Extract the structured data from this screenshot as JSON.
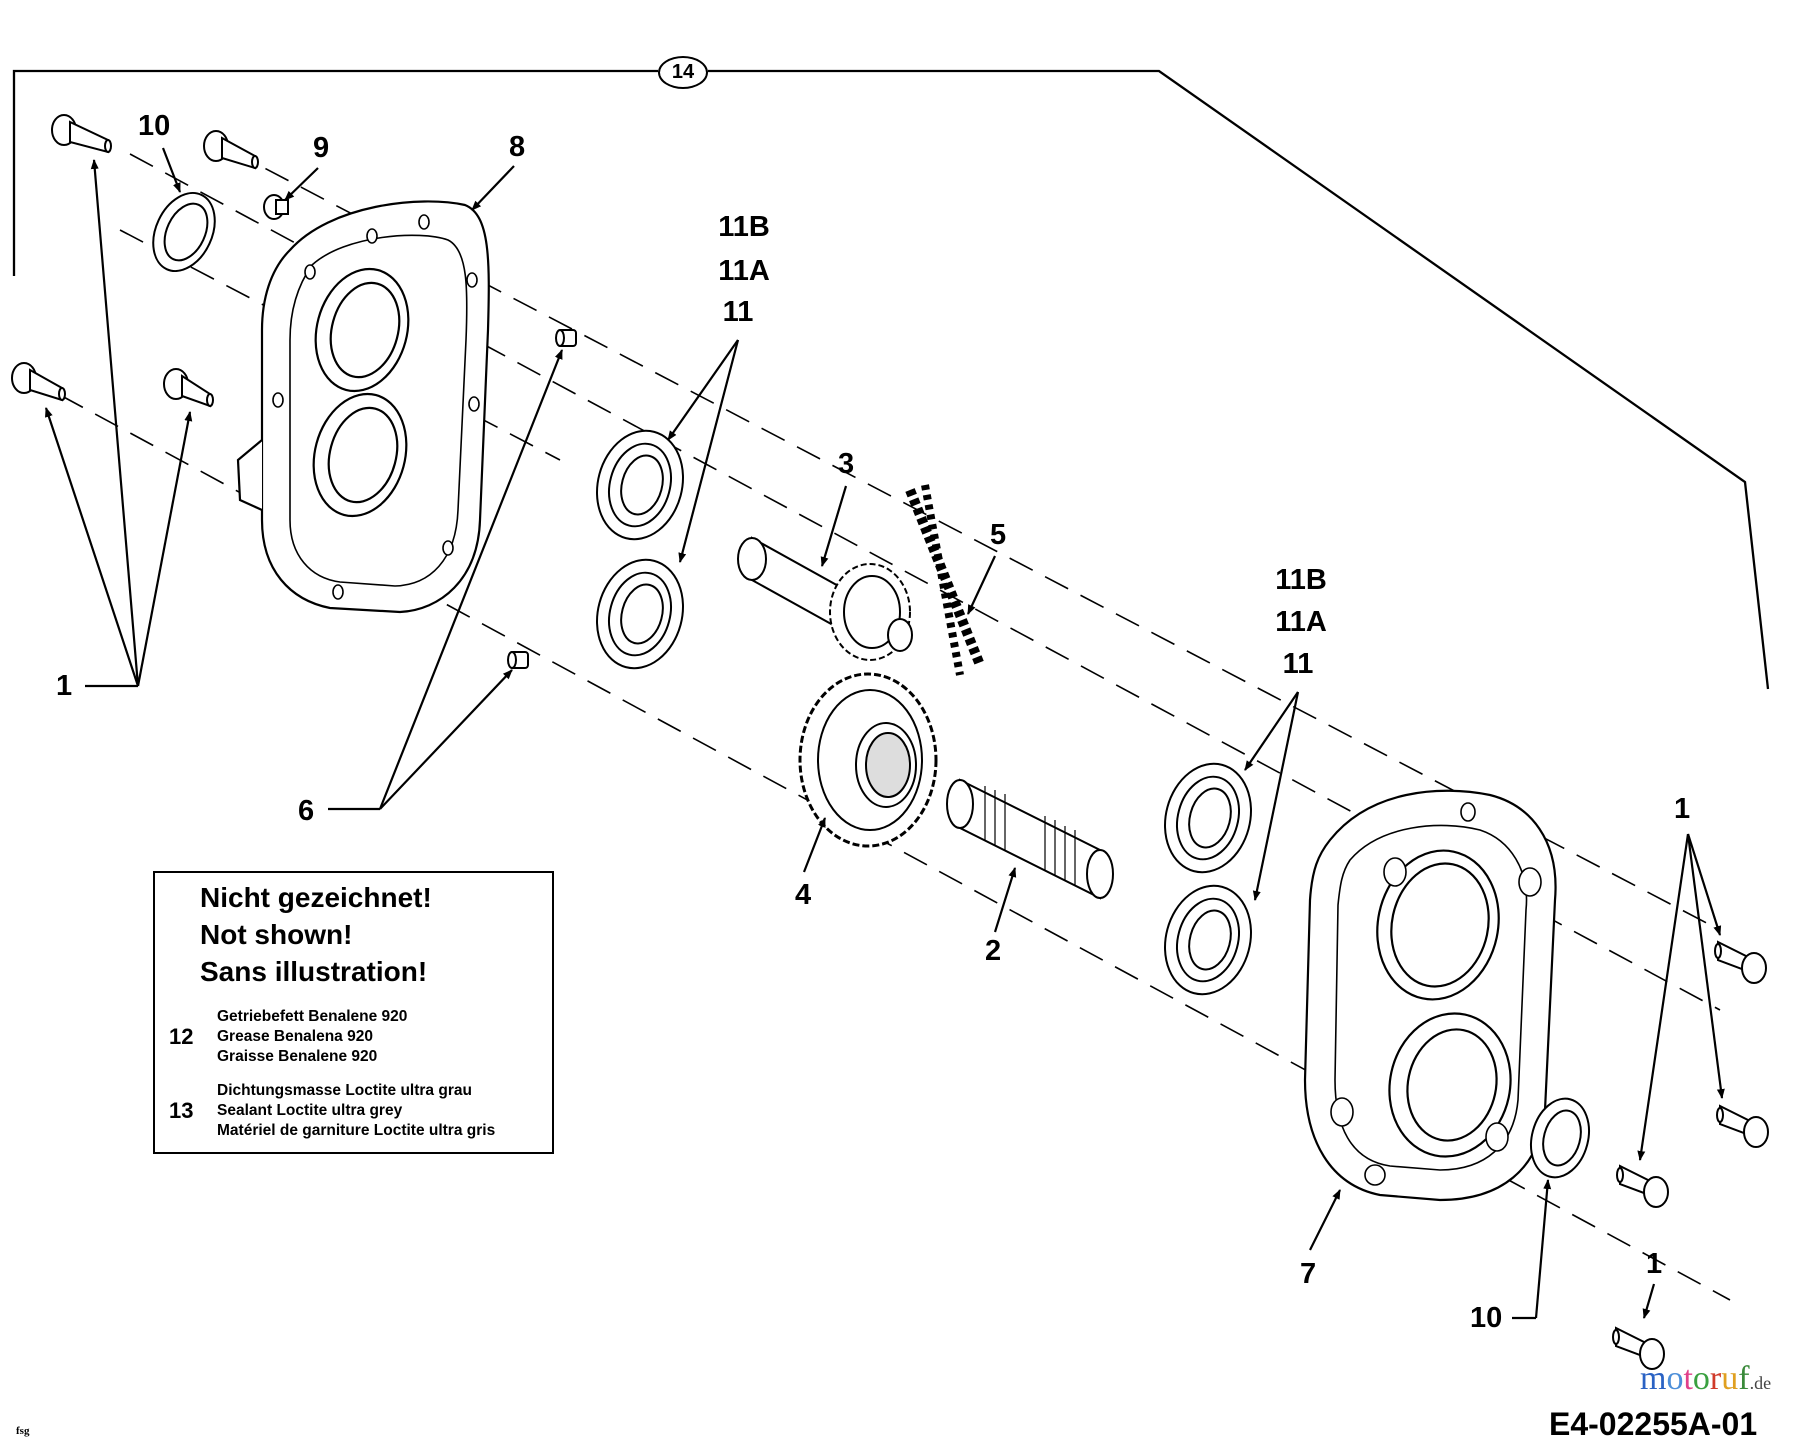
{
  "diagram": {
    "assembly_callout": "14",
    "drawing_code": "E4-02255A-01",
    "author_initials": "fsg",
    "watermark": {
      "letters": [
        "m",
        "o",
        "t",
        "o",
        "r",
        "u",
        "f"
      ],
      "letter_colors": [
        "#2a62c4",
        "#4d8fd9",
        "#e0408a",
        "#3aa040",
        "#d03a2a",
        "#e0a020",
        "#3a8a3a"
      ],
      "tld": ".de"
    },
    "labels": {
      "bolt_left": "1",
      "bolt_right": "1",
      "bolt_bottom": "1",
      "input_shaft": "2",
      "sprocket_upper": "3",
      "sprocket_lower": "4",
      "chain": "5",
      "dowel_pin": "6",
      "cover_right": "7",
      "cover_left": "8",
      "plug": "9",
      "seal_left": "10",
      "seal_right": "10",
      "bearing_upper": [
        "11B",
        "11A",
        "11"
      ],
      "bearing_lower": [
        "11B",
        "11A",
        "11"
      ]
    },
    "not_shown": {
      "headings": [
        "Nicht gezeichnet!",
        "Not shown!",
        "Sans illustration!"
      ],
      "items": [
        {
          "number": "12",
          "lines": [
            "Getriebefett Benalene 920",
            "Grease Benalena 920",
            "Graisse Benalene 920"
          ]
        },
        {
          "number": "13",
          "lines": [
            "Dichtungsmasse Loctite ultra grau",
            "Sealant Loctite ultra grey",
            "Matériel de garniture Loctite ultra gris"
          ]
        }
      ]
    },
    "line_color": "#000000",
    "background": "#ffffff"
  }
}
